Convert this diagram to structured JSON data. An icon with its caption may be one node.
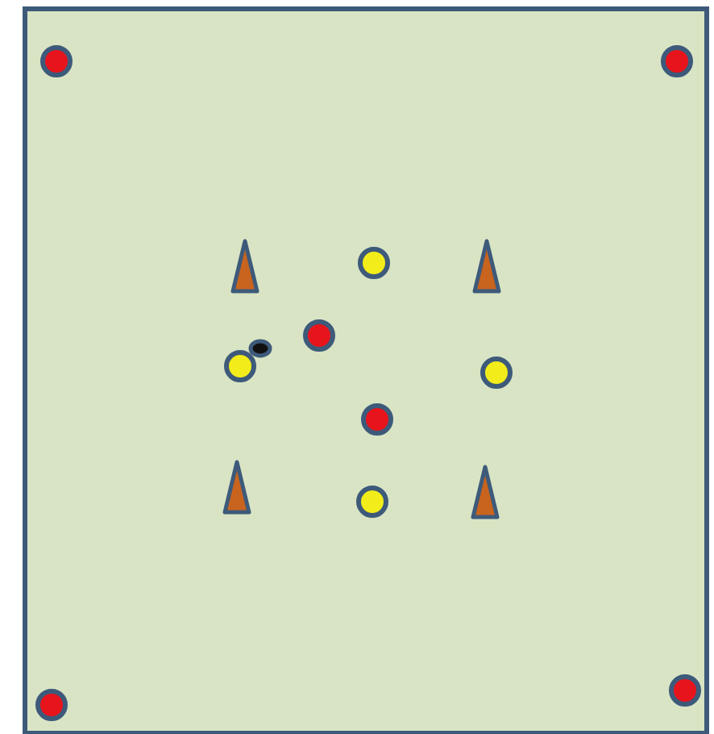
{
  "diagram": {
    "nodes": [
      {
        "text": [],
        "shape": "box"
      },
      {
        "text": [],
        "shape": "circle",
        "in": 0
      },
      {
        "text": [],
        "shape": "circle",
        "in": 0
      },
      {
        "text": [],
        "shape": "cone",
        "in": 0
      },
      {
        "text": [],
        "shape": "circle",
        "in": 0
      },
      {
        "text": [],
        "shape": "cone",
        "in": 0
      },
      {
        "text": [],
        "shape": "circle",
        "in": 0
      },
      {
        "text": [],
        "shape": "ellipse",
        "in": 0
      },
      {
        "text": [],
        "shape": "circle",
        "in": 0
      },
      {
        "text": [],
        "shape": "circle",
        "in": 0
      },
      {
        "text": [],
        "shape": "circle",
        "in": 0
      },
      {
        "text": [],
        "shape": "cone",
        "in": 0
      },
      {
        "text": [],
        "shape": "circle",
        "in": 0
      },
      {
        "text": [],
        "shape": "cone",
        "in": 0
      },
      {
        "text": [],
        "shape": "circle",
        "in": 0
      },
      {
        "text": [],
        "shape": "circle",
        "in": 0
      }
    ]
  }
}
